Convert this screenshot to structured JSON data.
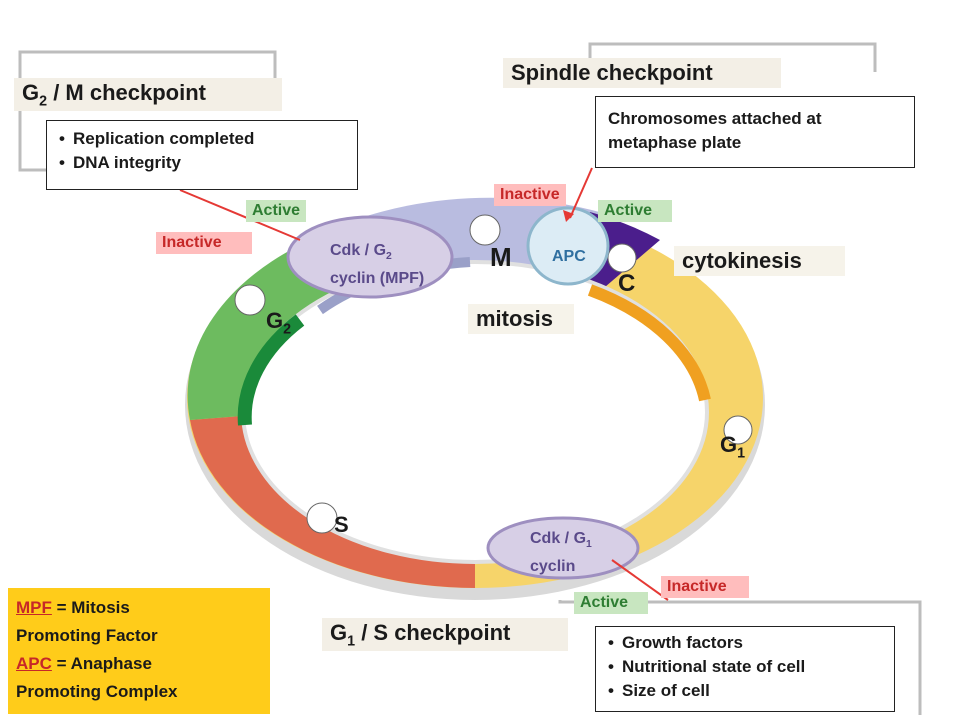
{
  "checkpoints": {
    "g2m": {
      "title_main": "G",
      "title_sub": "2",
      "title_rest": " / M checkpoint",
      "items": [
        "Replication completed",
        "DNA integrity"
      ]
    },
    "spindle": {
      "title": "Spindle checkpoint",
      "text": "Chromosomes attached at metaphase plate"
    },
    "g1s": {
      "title_main": "G",
      "title_sub": "1",
      "title_rest": " / S checkpoint",
      "items": [
        "Growth factors",
        "Nutritional state of cell",
        "Size of cell"
      ]
    }
  },
  "tags": {
    "active": "Active",
    "inactive": "Inactive"
  },
  "phases": {
    "m": "M",
    "c": "C",
    "mitosis": "mitosis",
    "cytokinesis": "cytokinesis",
    "g2_main": "G",
    "g2_sub": "2",
    "g1_main": "G",
    "g1_sub": "1",
    "s": "S"
  },
  "proteins": {
    "mpf_l1_main": "Cdk / G",
    "mpf_l1_sub": "2",
    "mpf_l2": "cyclin (MPF)",
    "apc": "APC",
    "g1cyc_l1_main": "Cdk / G",
    "g1cyc_l1_sub": "1",
    "g1cyc_l2": "cyclin"
  },
  "legend": {
    "mpf_acr": "MPF",
    "mpf_def1": " = Mitosis",
    "mpf_def2": "Promoting Factor",
    "apc_acr": "APC",
    "apc_def1": " = Anaphase",
    "apc_def2": "Promoting Complex"
  },
  "colors": {
    "g2": "#6dbb5f",
    "s": "#e06a4e",
    "g1": "#f6d46a",
    "m": "#b9bce0",
    "c": "#4b1e8c",
    "active_bg": "#c8e6c0",
    "inactive_bg": "#ffbdbd",
    "legend_bg": "#ffcc1a",
    "arrow": "#e53935"
  }
}
